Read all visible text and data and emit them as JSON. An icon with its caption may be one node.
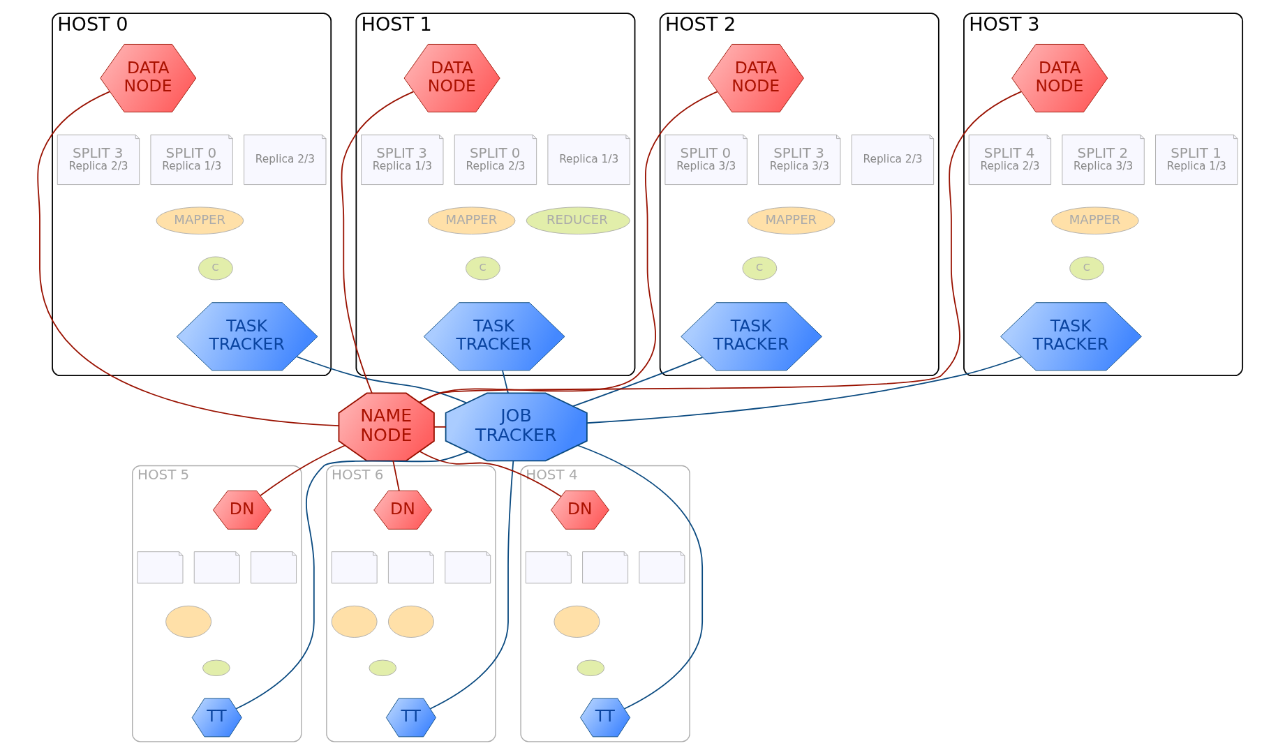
{
  "diagram": {
    "nodes": [
      {
        "text": [
          "HOST 0"
        ]
      },
      {
        "text": [
          "DATA NODE"
        ],
        "in": 0
      },
      {
        "text": [
          "SPLIT 0",
          "Replica 1/3"
        ],
        "in": 0
      },
      {
        "text": [
          "Replica 2/3"
        ],
        "in": 0
      },
      {
        "text": [
          "MAPPER"
        ],
        "in": 0
      },
      {
        "text": [
          "C"
        ],
        "in": 0
      },
      {
        "text": [
          "SPLIT 3",
          "Replica 2/3"
        ],
        "in": 0
      },
      {
        "text": [
          "TASK TRACKER"
        ],
        "in": 0
      },
      {
        "text": [
          "HOST 1"
        ]
      },
      {
        "text": [
          "DATA NODE"
        ],
        "in": 8
      },
      {
        "text": [
          "SPLIT 0",
          "Replica 2/3"
        ],
        "in": 8
      },
      {
        "text": [
          "Replica 1/3"
        ],
        "in": 8
      },
      {
        "text": [
          "MAPPER"
        ],
        "in": 8
      },
      {
        "text": [
          "C"
        ],
        "in": 8
      },
      {
        "text": [
          "SPLIT 3",
          "Replica 1/3"
        ],
        "in": 8
      },
      {
        "text": [
          "REDUCER"
        ],
        "in": 8
      },
      {
        "text": [
          "TASK TRACKER"
        ],
        "in": 8
      },
      {
        "text": [
          "HOST 2"
        ]
      },
      {
        "text": [
          "DATA NODE"
        ],
        "in": 17
      },
      {
        "text": [
          "SPLIT 3",
          "Replica 3/3"
        ],
        "in": 17
      },
      {
        "text": [
          "Replica 2/3"
        ],
        "in": 17
      },
      {
        "text": [
          "MAPPER"
        ],
        "in": 17
      },
      {
        "text": [
          "C"
        ],
        "in": 17
      },
      {
        "text": [
          "SPLIT 0",
          "Replica 3/3"
        ],
        "in": 17
      },
      {
        "text": [
          "TASK TRACKER"
        ],
        "in": 17
      },
      {
        "text": [
          "HOST 3"
        ]
      },
      {
        "text": [
          "DATA NODE"
        ],
        "in": 25
      },
      {
        "text": [
          "SPLIT 2",
          "Replica 3/3"
        ],
        "in": 25
      },
      {
        "text": [
          "SPLIT 1",
          "Replica 1/3"
        ],
        "in": 25
      },
      {
        "text": [
          "MAPPER"
        ],
        "in": 25
      },
      {
        "text": [
          "C"
        ],
        "in": 25
      },
      {
        "text": [
          "SPLIT 4",
          "Replica 2/3"
        ],
        "in": 25
      },
      {
        "text": [
          "TASK TRACKER"
        ],
        "in": 25
      },
      {
        "text": [
          "JOB TRACKER"
        ]
      },
      {
        "text": [
          "NAME NODE"
        ]
      },
      {
        "text": [
          "HOST 5"
        ]
      },
      {
        "text": [
          "DN"
        ],
        "in": 35
      },
      {
        "text": [],
        "shape": "box",
        "in": 35
      },
      {
        "text": [],
        "shape": "box",
        "in": 35
      },
      {
        "text": [],
        "shape": "ellipse",
        "in": 35
      },
      {
        "text": [],
        "shape": "ellipse",
        "in": 35
      },
      {
        "text": [],
        "shape": "box",
        "in": 35
      },
      {
        "text": [
          "TT"
        ],
        "in": 35
      },
      {
        "text": [
          "HOST 4"
        ]
      },
      {
        "text": [
          "DN"
        ],
        "in": 43
      },
      {
        "text": [],
        "shape": "box",
        "in": 43
      },
      {
        "text": [],
        "shape": "box",
        "in": 43
      },
      {
        "text": [],
        "shape": "box",
        "in": 43
      },
      {
        "text": [],
        "shape": "ellipse",
        "in": 43
      },
      {
        "text": [],
        "shape": "ellipse",
        "in": 43
      },
      {
        "text": [
          "TT"
        ],
        "in": 43
      },
      {
        "text": [
          "HOST 6"
        ]
      },
      {
        "text": [
          "DN"
        ],
        "in": 51
      },
      {
        "text": [],
        "shape": "box",
        "in": 51
      },
      {
        "text": [],
        "shape": "box",
        "in": 51
      },
      {
        "text": [],
        "shape": "ellipse",
        "in": 51
      },
      {
        "text": [],
        "shape": "ellipse",
        "in": 51
      },
      {
        "text": [],
        "shape": "box",
        "in": 51
      },
      {
        "text": [],
        "shape": "ellipse",
        "in": 51
      },
      {
        "text": [
          "TT"
        ],
        "in": 51
      }
    ],
    "edges": [
      {
        "from": 1,
        "to": 34,
        "arrow": "none",
        "color": "#991100"
      },
      {
        "from": 9,
        "to": 34,
        "arrow": "none",
        "color": "#991100"
      },
      {
        "from": 18,
        "to": 34,
        "arrow": "none",
        "color": "#991100"
      },
      {
        "from": 26,
        "to": 34,
        "arrow": "none",
        "color": "#991100"
      },
      {
        "from": 34,
        "to": 36,
        "arrow": "none",
        "color": "#991100"
      },
      {
        "from": 34,
        "to": 44,
        "arrow": "none",
        "color": "#991100"
      },
      {
        "from": 34,
        "to": 52,
        "arrow": "none",
        "color": "#991100"
      },
      {
        "from": 34,
        "to": 33,
        "arrow": "none",
        "color": "#991100"
      },
      {
        "from": 7,
        "to": 33,
        "arrow": "none",
        "color": "#0a4a80"
      },
      {
        "from": 16,
        "to": 33,
        "arrow": "none",
        "color": "#0a4a80"
      },
      {
        "from": 24,
        "to": 33,
        "arrow": "none",
        "color": "#0a4a80"
      },
      {
        "from": 32,
        "to": 33,
        "arrow": "none",
        "color": "#0a4a80"
      },
      {
        "from": 33,
        "to": 42,
        "arrow": "none",
        "color": "#0a4a80"
      },
      {
        "from": 33,
        "to": 50,
        "arrow": "none",
        "color": "#0a4a80"
      },
      {
        "from": 33,
        "to": 59,
        "arrow": "none",
        "color": "#0a4a80"
      }
    ]
  }
}
